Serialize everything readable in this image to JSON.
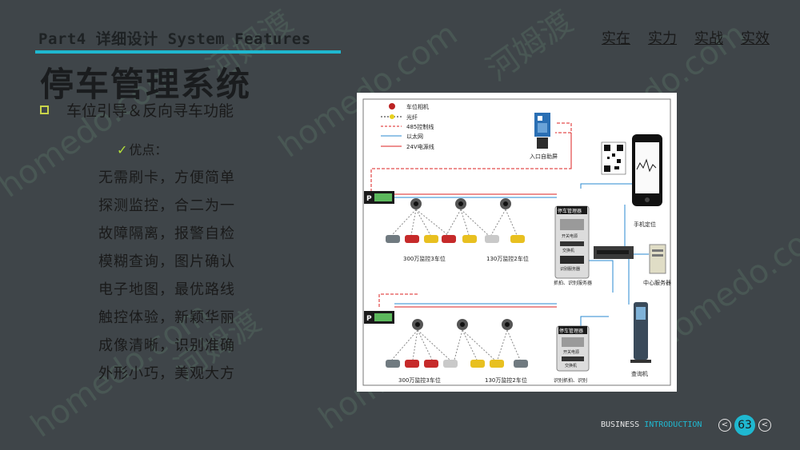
{
  "header": {
    "title": "Part4 详细设计 System Features"
  },
  "nav": [
    "实在",
    "实力",
    "实战",
    "实效"
  ],
  "page_title": "停车管理系统",
  "subtitle": "车位引导＆反向寻车功能",
  "advantages_label": "优点：",
  "advantages": [
    "无需刷卡，方便简单",
    "探测监控，合二为一",
    "故障隔离，报警自检",
    "模糊查询，图片确认",
    "电子地图，最优路线",
    "触控体验，新颖华丽",
    "成像清晰，识别准确",
    "外形小巧，美观大方"
  ],
  "diagram": {
    "legend": [
      "车位相机",
      "光纤",
      "485控制线",
      "以太网",
      "24V电源线"
    ],
    "entrance_screen": "入口自助屏",
    "qr_label": "",
    "phone_label": "手机定位",
    "server_label": "中心服务器",
    "kiosk_label": "查询机",
    "manager_label": "停车管理器",
    "manager_sub1": "开关电源",
    "manager_sub2": "交换机",
    "manager_sub3": "识别服务器",
    "manager_caption": "抓拍、识别服务器",
    "manager2_caption": "识别抓拍、识别",
    "lot1_a": "300万监控3车位",
    "lot1_b": "130万监控2车位",
    "lot2_a": "300万监控3车位",
    "lot2_b": "130万监控2车位"
  },
  "watermarks": [
    "homedo.com",
    "河姆渡"
  ],
  "footer": {
    "tag_a": "BUSINESS ",
    "tag_b": "INTRODUCTION",
    "page": "63",
    "prev": "<",
    "next": "<"
  }
}
